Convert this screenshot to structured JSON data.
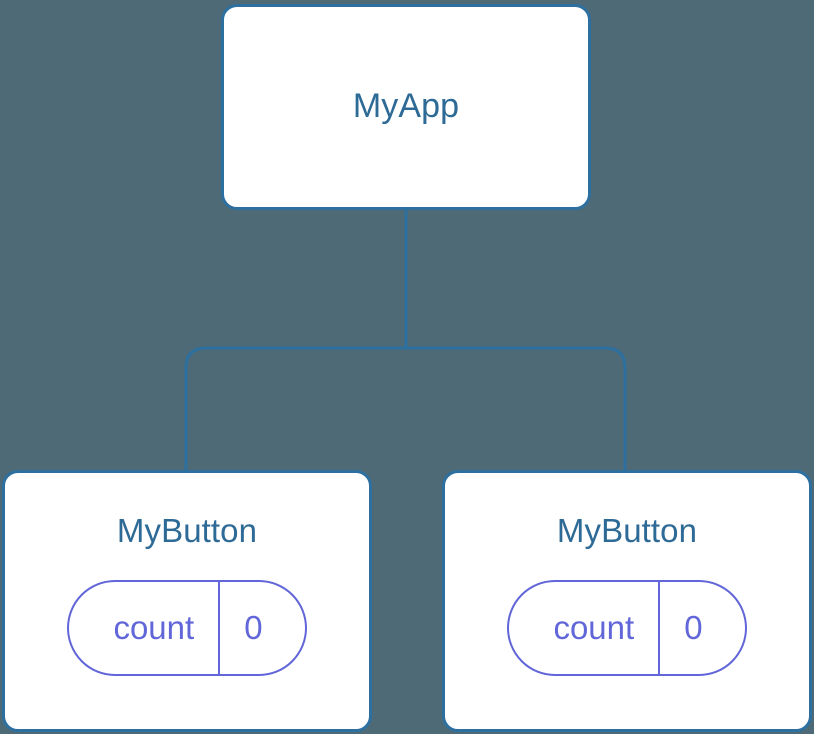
{
  "diagram": {
    "type": "component-tree",
    "title": "",
    "background_color": "#4d6a76",
    "node_border_color": "#2d70a0",
    "node_text_color": "#2d6a96",
    "state_accent_color": "#6166d8",
    "edge_color": "#2d70a0"
  },
  "nodes": {
    "root": {
      "label": "MyApp",
      "state": []
    },
    "child_left": {
      "label": "MyButton",
      "state": [
        {
          "key": "count",
          "value": "0"
        }
      ]
    },
    "child_right": {
      "label": "MyButton",
      "state": [
        {
          "key": "count",
          "value": "0"
        }
      ]
    }
  }
}
